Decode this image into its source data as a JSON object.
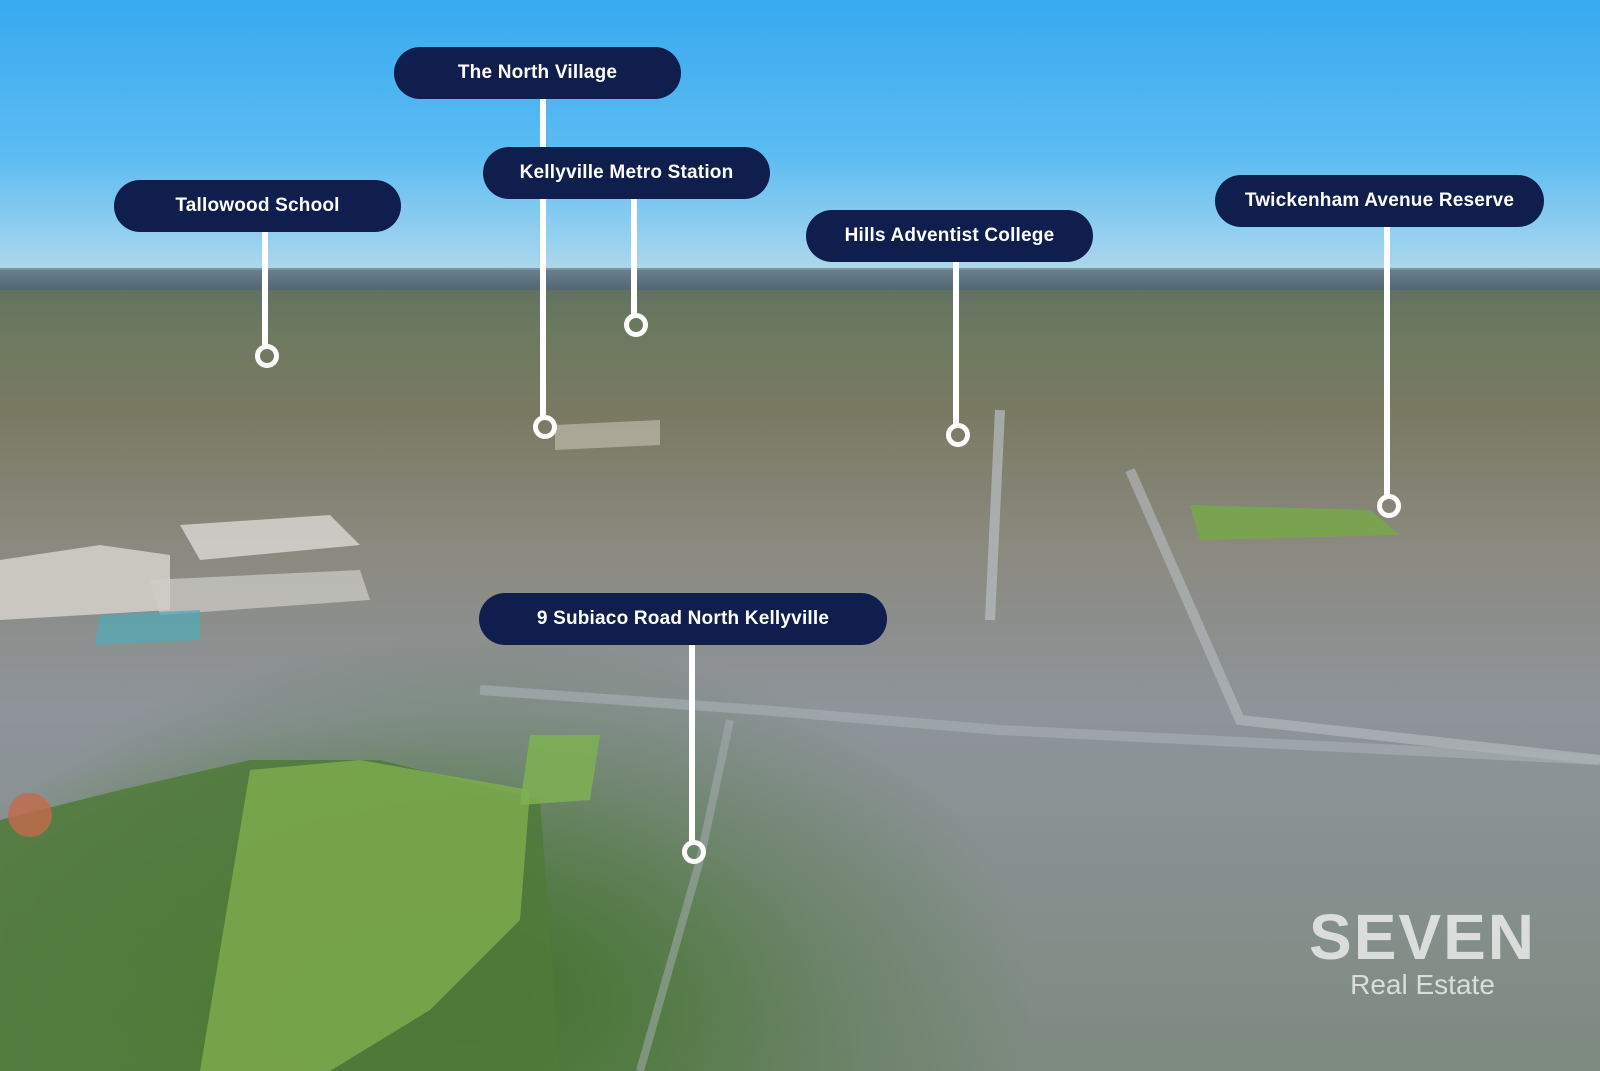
{
  "labels": {
    "north_village": "The North Village",
    "metro_station": "Kellyville Metro Station",
    "tallowood": "Tallowood School",
    "hills_adventist": "Hills Adventist College",
    "twickenham": "Twickenham Avenue Reserve",
    "property": "9 Subiaco Road North Kellyville"
  },
  "watermark": {
    "brand": "SEVEN",
    "subtitle": "Real Estate"
  },
  "colors": {
    "label_background": "#0f1e4d",
    "label_text": "#ffffff",
    "leader_line": "#ffffff"
  }
}
